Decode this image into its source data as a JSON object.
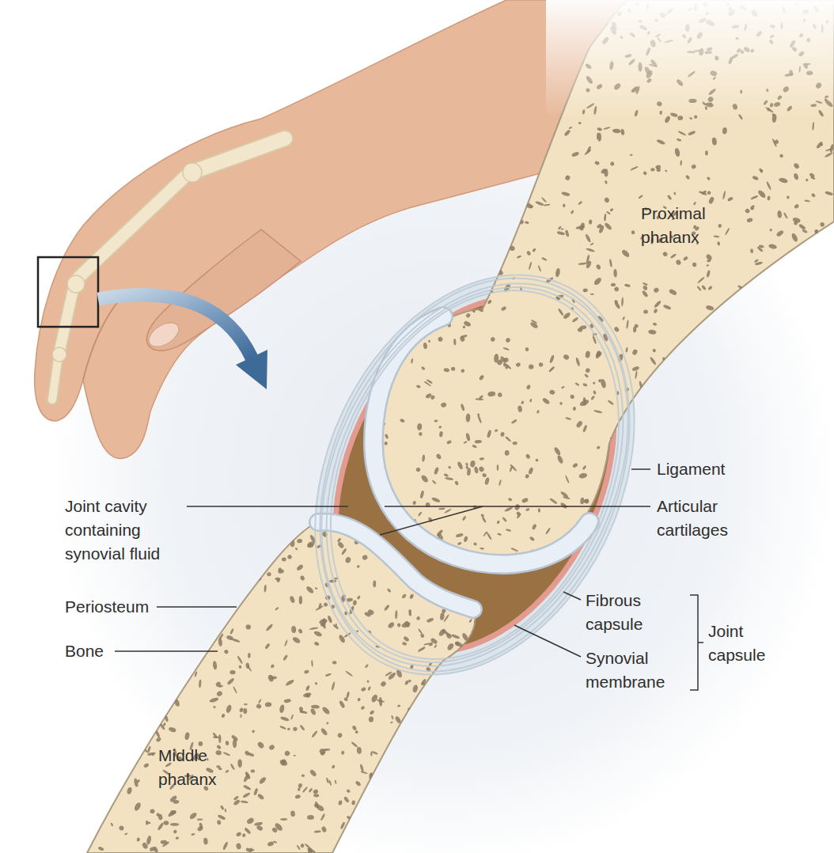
{
  "diagram": {
    "labels": [
      "Proximal phalanx",
      "Ligament",
      "Joint cavity containing synovial fluid",
      "Articular cartilages",
      "Periosteum",
      "Fibrous capsule",
      "Joint capsule",
      "Bone",
      "Synovial membrane",
      "Middle phalanx"
    ]
  }
}
